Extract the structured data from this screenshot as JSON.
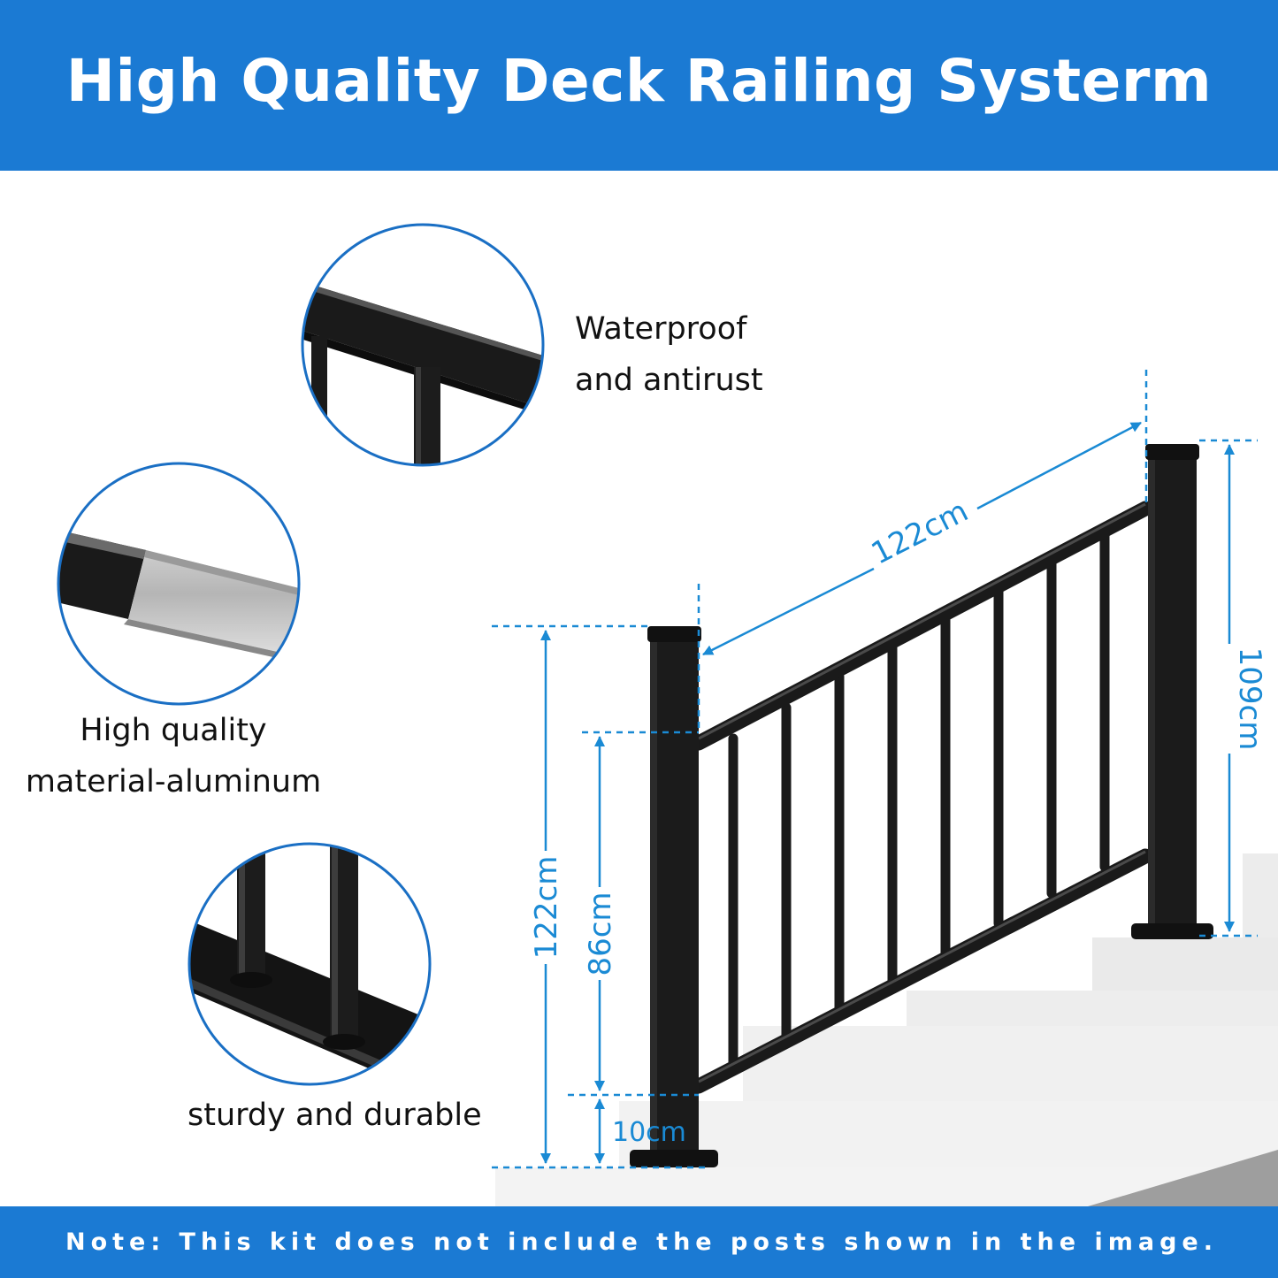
{
  "title": "High Quality Deck Railing Systerm",
  "features": [
    {
      "icon": "railing-top-detail",
      "line1": "Waterproof",
      "line2": "and antirust"
    },
    {
      "icon": "aluminum-profile-detail",
      "line1": "High quality",
      "line2": "material-aluminum"
    },
    {
      "icon": "baluster-base-detail",
      "text": "sturdy and durable"
    }
  ],
  "dimensions": {
    "rail_length": "122cm",
    "post_right_height": "109cm",
    "post_left_height": "122cm",
    "rail_height": "86cm",
    "bottom_gap": "10cm"
  },
  "note": "Note: This kit does not include the posts shown in the image.",
  "colors": {
    "brand_blue": "#1b7ad3",
    "dimension_blue": "#1a8ad4",
    "railing_black": "#1a1a1a"
  }
}
